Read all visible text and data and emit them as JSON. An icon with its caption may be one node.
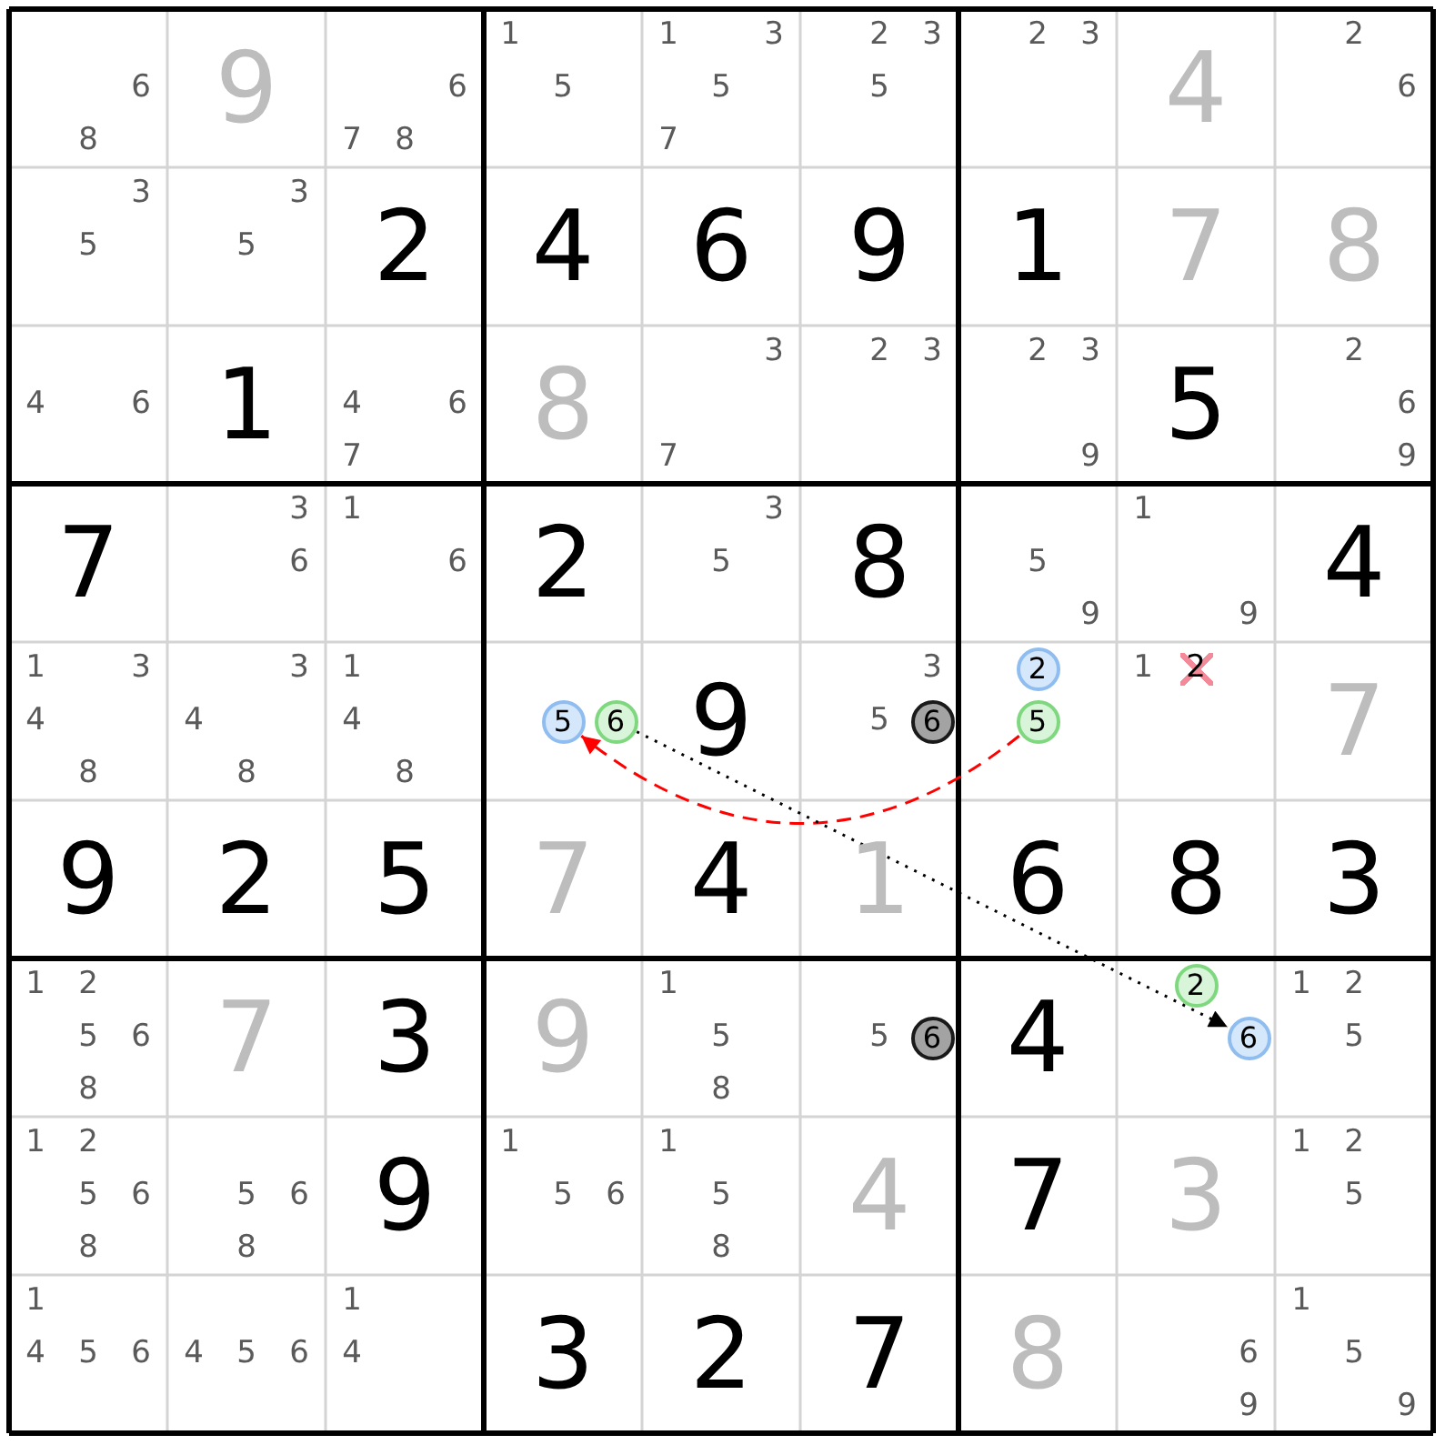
{
  "diagram": {
    "nodes": [
      {
        "text": [
          "5"
        ]
      },
      {
        "text": [
          "6"
        ]
      },
      {
        "text": [
          "6"
        ]
      },
      {
        "text": [
          "2"
        ]
      },
      {
        "text": [
          "5"
        ]
      },
      {
        "text": [
          "6"
        ]
      },
      {
        "text": [
          "2"
        ]
      },
      {
        "text": [
          "6"
        ]
      }
    ],
    "edges": [
      {
        "from": 4,
        "to": 0,
        "arrow": "to",
        "style": "dashed",
        "color": "#ff0000"
      },
      {
        "from": 1,
        "to": 7,
        "arrow": "to",
        "color": "#000000"
      }
    ],
    "labels": [
      "6",
      "8",
      "9",
      "6",
      "7",
      "8",
      "1",
      "5",
      "1",
      "3",
      "5",
      "7",
      "2",
      "3",
      "5",
      "2",
      "3",
      "4",
      "2",
      "6",
      "3",
      "5",
      "3",
      "5",
      "2",
      "4",
      "6",
      "9",
      "1",
      "7",
      "8",
      "4",
      "6",
      "1",
      "4",
      "6",
      "7",
      "8",
      "3",
      "7",
      "2",
      "3",
      "2",
      "3",
      "9",
      "5",
      "2",
      "6",
      "9",
      "7",
      "3",
      "6",
      "1",
      "6",
      "2",
      "3",
      "5",
      "8",
      "5",
      "9",
      "1",
      "9",
      "4",
      "1",
      "3",
      "4",
      "8",
      "3",
      "4",
      "8",
      "1",
      "4",
      "8",
      "9",
      "3",
      "5",
      "1",
      "2",
      "7",
      "9",
      "2",
      "5",
      "7",
      "4",
      "1",
      "6",
      "8",
      "3",
      "1",
      "2",
      "5",
      "6",
      "8",
      "7",
      "3",
      "9",
      "1",
      "5",
      "8",
      "5",
      "4",
      "1",
      "2",
      "5",
      "1",
      "2",
      "5",
      "6",
      "8",
      "5",
      "6",
      "8",
      "9",
      "1",
      "5",
      "6",
      "1",
      "5",
      "8",
      "4",
      "7",
      "3",
      "1",
      "2",
      "5",
      "1",
      "4",
      "5",
      "6",
      "4",
      "5",
      "6",
      "1",
      "4",
      "3",
      "2",
      "7",
      "8",
      "6",
      "9",
      "1",
      "5",
      "9"
    ]
  }
}
